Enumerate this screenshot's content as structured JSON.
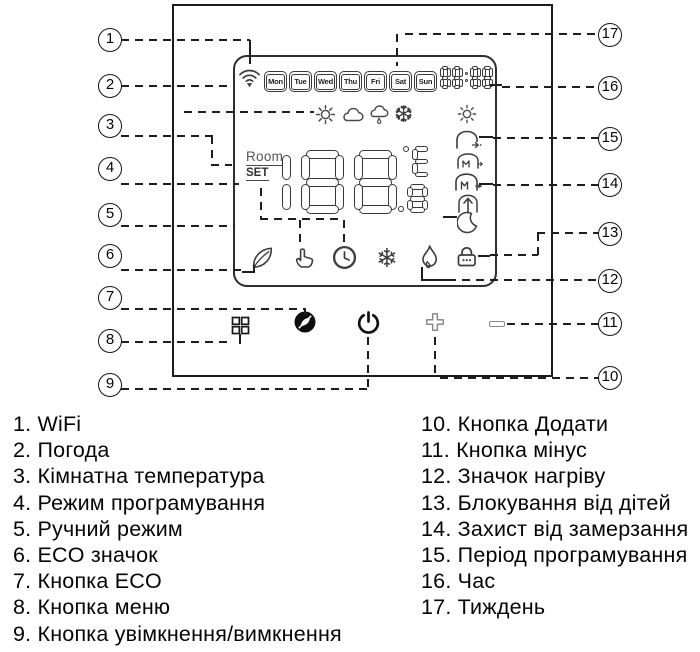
{
  "device": {
    "days": [
      "Mon",
      "Tue",
      "Wed",
      "Thu",
      "Fri",
      "Sat",
      "Sun"
    ],
    "time_value": "88:88",
    "room_label": "Room",
    "set_label": "SET",
    "temp_value": "188",
    "temp_small_value": ".8",
    "temp_unit_display": "°E",
    "icons": {
      "top_row": "wifi-icon",
      "weather_row": [
        "sun-icon",
        "cloud-icon",
        "rain-cloud-icon",
        "snowflake-icon"
      ],
      "status_column": [
        "sun-icon",
        "house-away-icon",
        "house-home-icon",
        "house-home-active-icon",
        "house-arrow-up-icon",
        "moon-icon"
      ],
      "mode_row": [
        "eco-leaf-icon",
        "manual-hand-icon",
        "clock-icon",
        "frost-snowflake-icon",
        "heating-flame-icon",
        "child-lock-icon"
      ],
      "buttons": [
        "menu-icon",
        "eco-button-icon",
        "power-icon",
        "plus-icon",
        "minus-icon"
      ]
    }
  },
  "callouts": {
    "left": [
      "1",
      "2",
      "3",
      "4",
      "5",
      "6",
      "7",
      "8",
      "9"
    ],
    "right": [
      "17",
      "16",
      "15",
      "14",
      "13",
      "12",
      "11",
      "10"
    ]
  },
  "legend": {
    "left": [
      "1. WiFi",
      "2. Погода",
      "3. Кімнатна температура",
      "4. Режим програмування",
      "5. Ручний режим",
      "6. ECO значок",
      "7. Кнопка ECO",
      "8. Кнопка меню",
      "9. Кнопка увімкнення/вимкнення"
    ],
    "right": [
      "10. Кнопка Додати",
      "11. Кнопка мінус",
      "12. Значок нагріву",
      "13. Блокування від дітей",
      "14. Захист від замерзання",
      "15. Період програмування",
      "16. Час",
      "17. Тиждень"
    ]
  },
  "colors": {
    "line": "#1e1e1e",
    "icon": "#3d3d3d",
    "background": "#ffffff"
  }
}
